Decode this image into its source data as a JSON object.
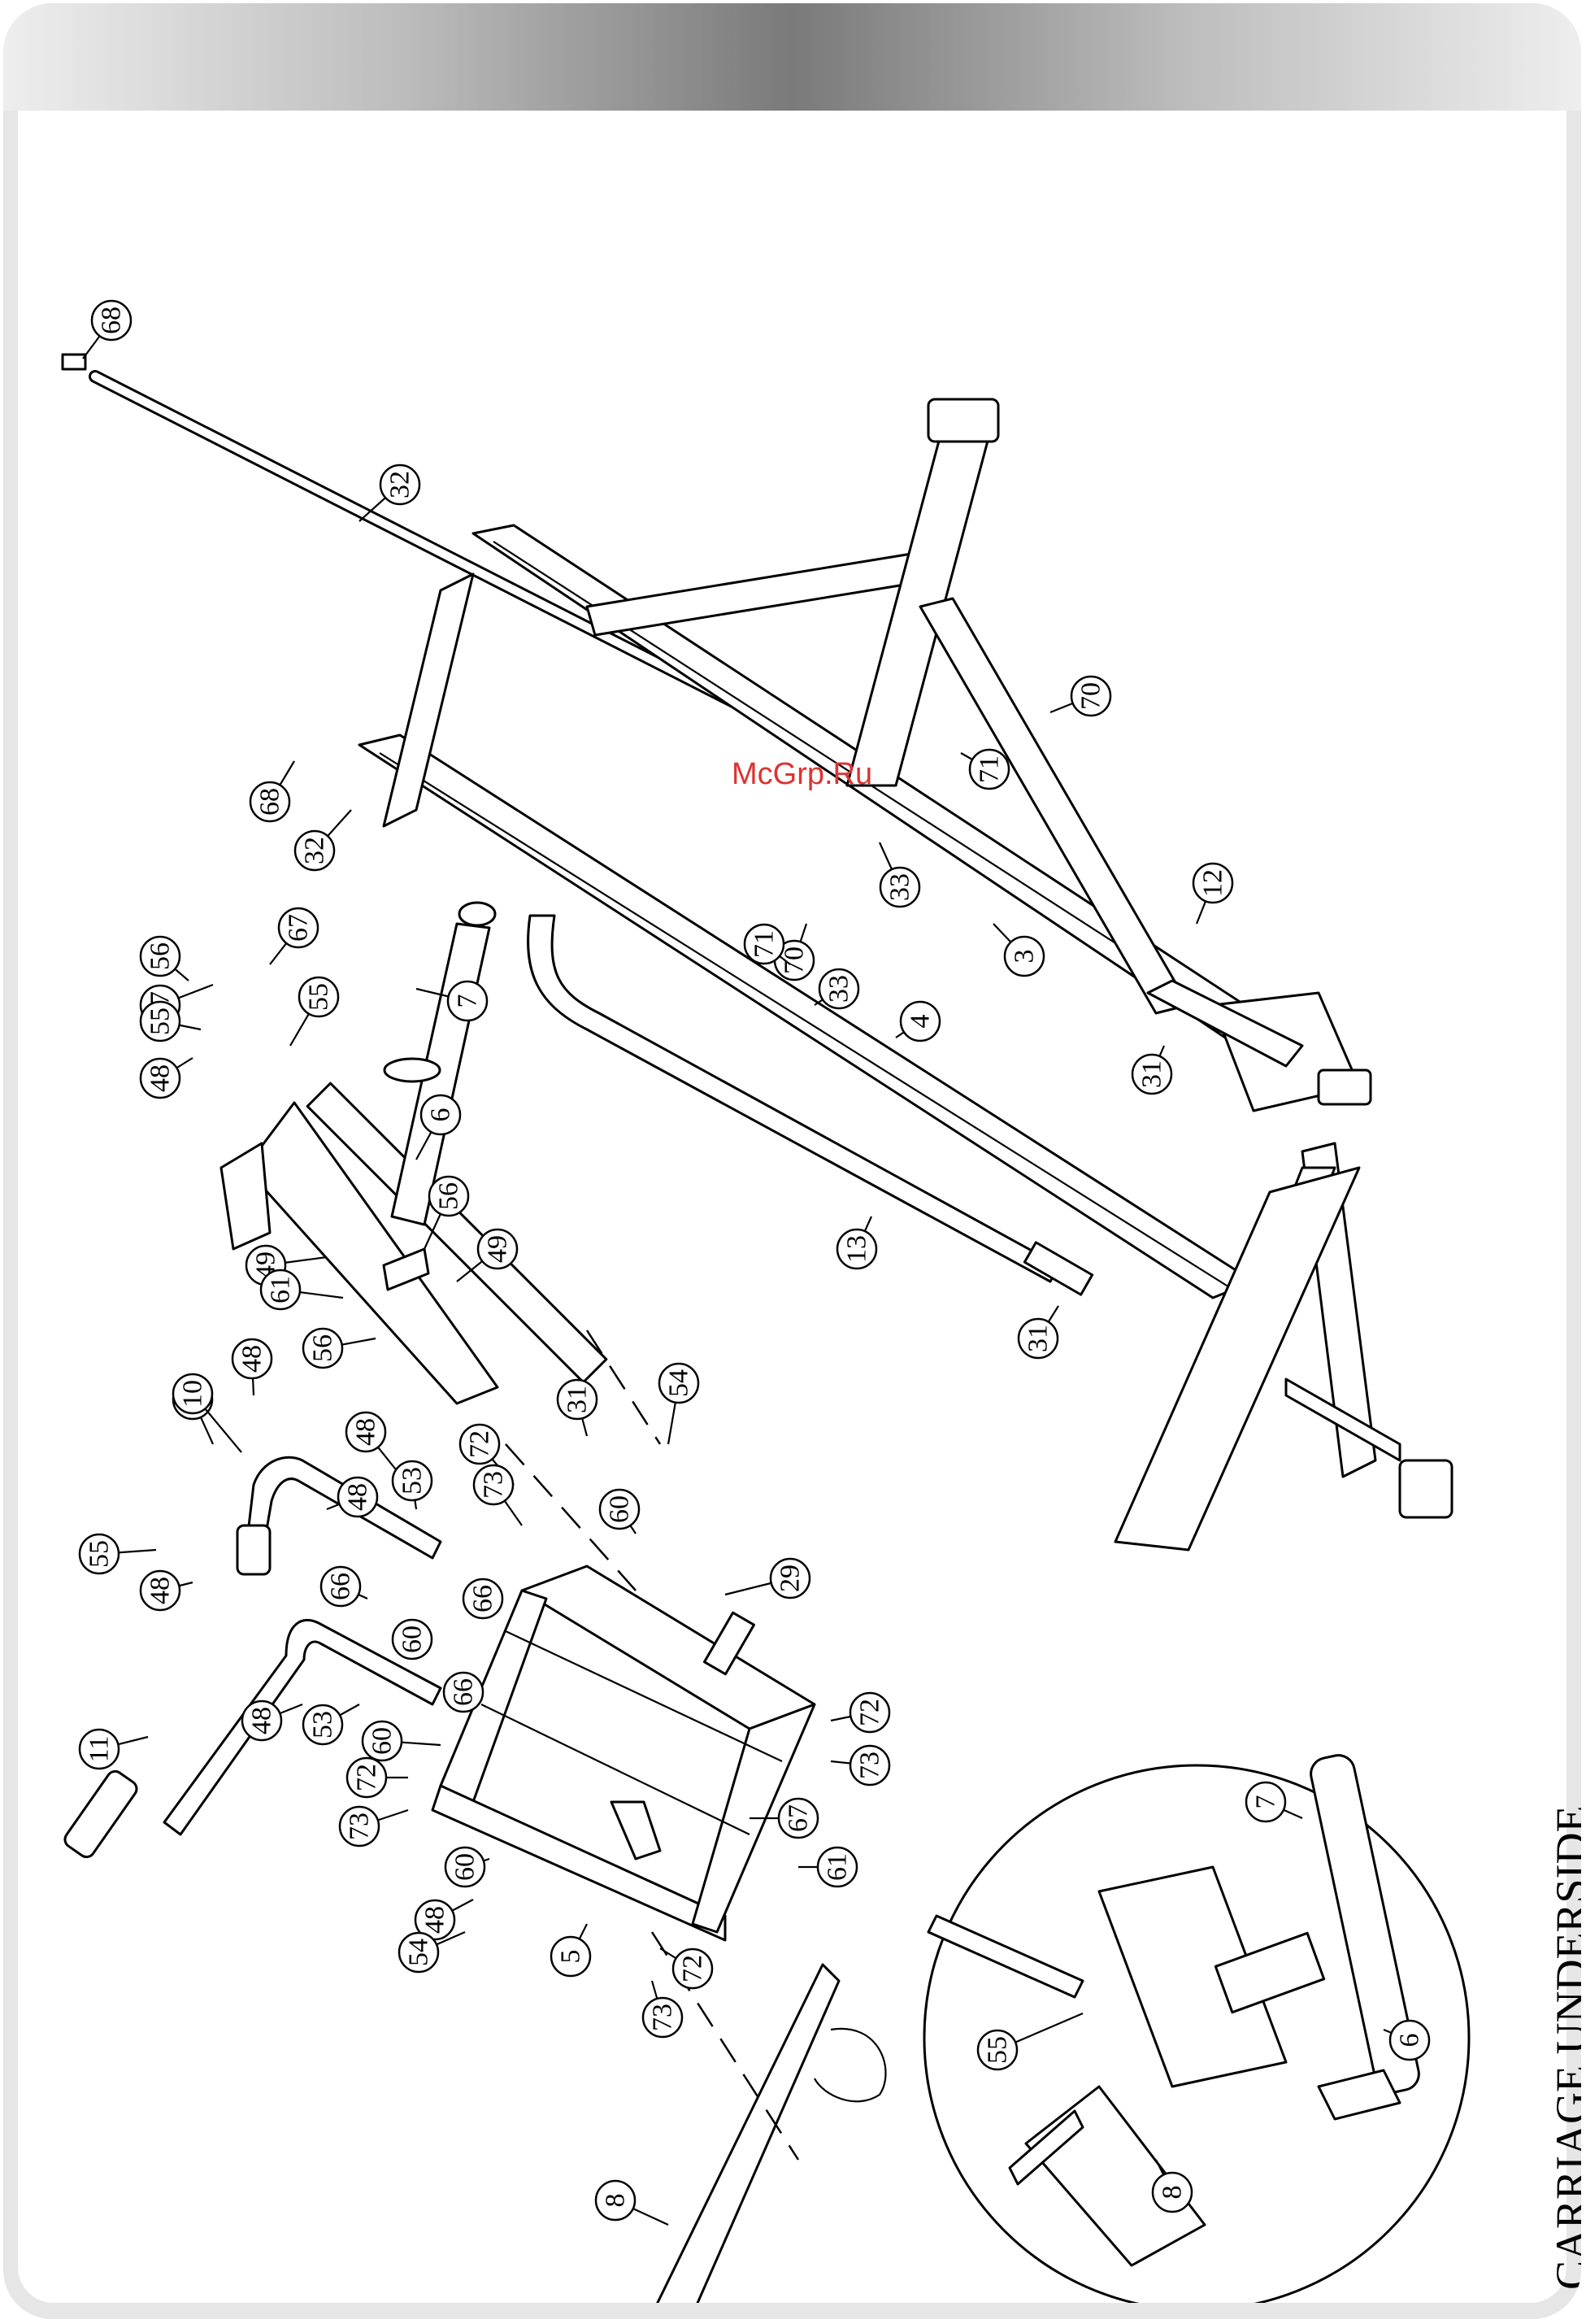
{
  "watermark": "McGrp.Ru",
  "inset_title": "CARRIAGE UNDERSIDE",
  "callouts": [
    "68",
    "32",
    "70",
    "71",
    "68",
    "32",
    "12",
    "33",
    "70",
    "71",
    "33",
    "3",
    "56",
    "67",
    "67",
    "55",
    "55",
    "7",
    "48",
    "4",
    "31",
    "6",
    "56",
    "49",
    "49",
    "61",
    "13",
    "31",
    "56",
    "55",
    "48",
    "31",
    "54",
    "10",
    "48",
    "72",
    "48",
    "53",
    "60",
    "55",
    "29",
    "73",
    "48",
    "66",
    "66",
    "60",
    "53",
    "48",
    "11",
    "66",
    "60",
    "72",
    "73",
    "72",
    "73",
    "67",
    "60",
    "61",
    "48",
    "5",
    "54",
    "72",
    "73",
    "8",
    "7",
    "55",
    "6",
    "8"
  ]
}
